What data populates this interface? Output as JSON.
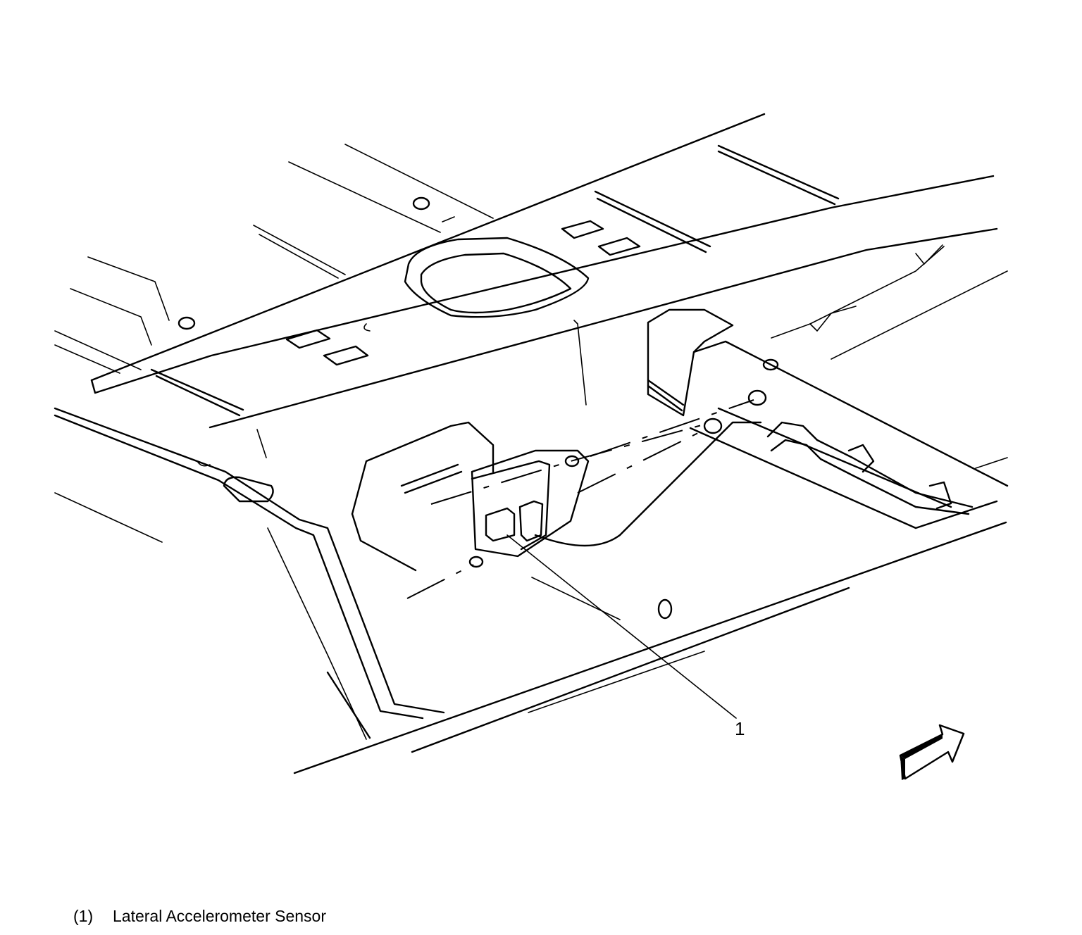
{
  "callouts": [
    {
      "number": "1"
    }
  ],
  "legend": [
    {
      "number": "(1)",
      "label": "Lateral Accelerometer Sensor"
    }
  ],
  "icons": {
    "view_arrow": "direction-arrow-icon"
  }
}
